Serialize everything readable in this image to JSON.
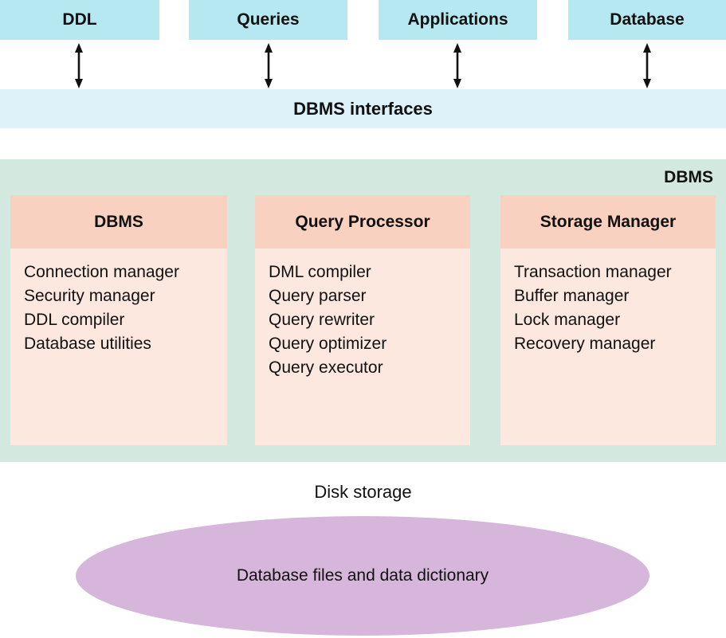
{
  "diagram": {
    "top_boxes": [
      {
        "label": "DDL"
      },
      {
        "label": "Queries"
      },
      {
        "label": "Applications"
      },
      {
        "label": "Database"
      }
    ],
    "interfaces_bar": {
      "label": "DBMS interfaces"
    },
    "dbms_container": {
      "label": "DBMS",
      "cards": [
        {
          "title": "DBMS",
          "items": [
            "Connection manager",
            "Security manager",
            "DDL compiler",
            "Database utilities"
          ]
        },
        {
          "title": "Query Processor",
          "items": [
            "DML compiler",
            "Query parser",
            "Query rewriter",
            "Query optimizer",
            "Query executor"
          ]
        },
        {
          "title": "Storage Manager",
          "items": [
            "Transaction manager",
            "Buffer manager",
            "Lock manager",
            "Recovery manager"
          ]
        }
      ]
    },
    "disk_storage_label": "Disk storage",
    "ellipse_label": "Database files and data dictionary",
    "colors": {
      "top_box": "#b6e8f1",
      "interfaces_bar": "#ddf3f9",
      "container": "#d3e9df",
      "card_header": "#f8d1c0",
      "card_body": "#fce8df",
      "ellipse": "#d6b6da",
      "arrow": "#111111",
      "text": "#111111"
    }
  }
}
